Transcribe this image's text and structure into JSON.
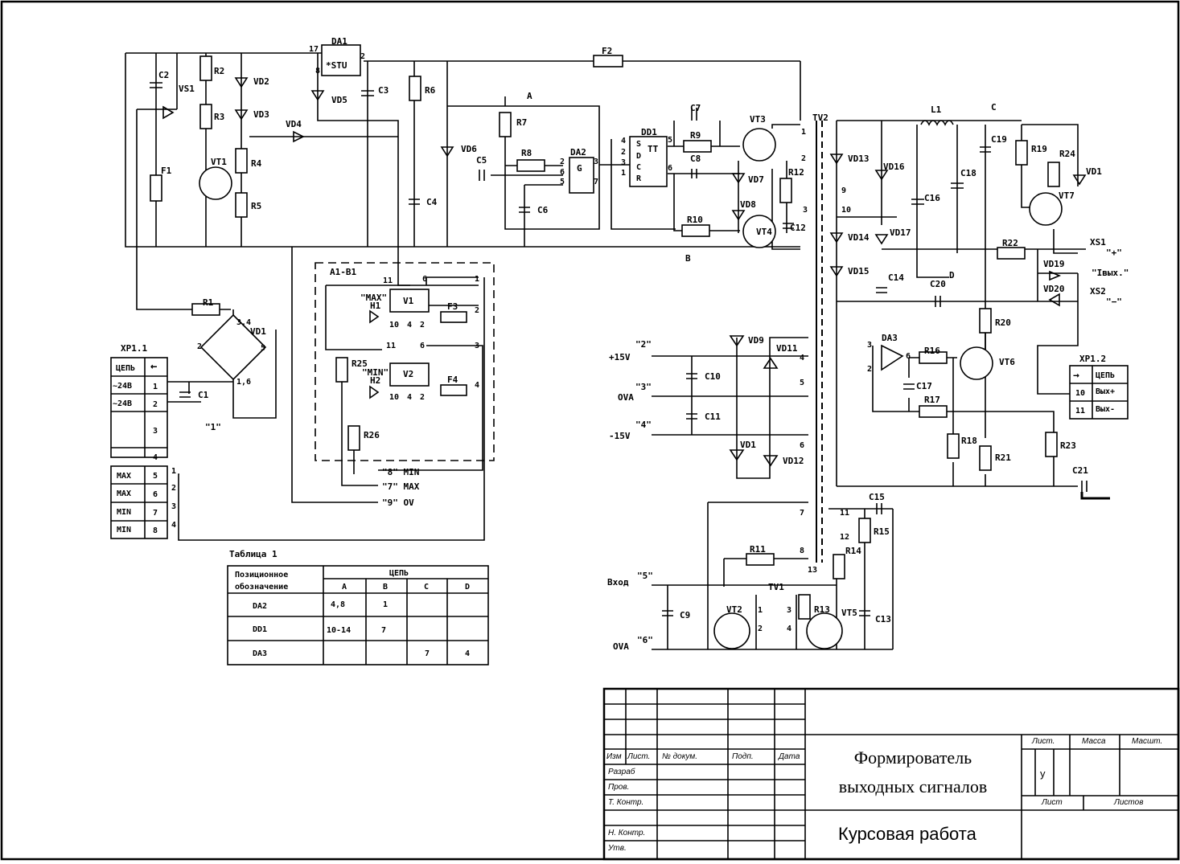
{
  "components": {
    "c_DA1": "DA1",
    "c_STU": "*STU",
    "c_F2": "F2",
    "c_C2": "C2",
    "c_VS1": "VS1",
    "c_R2": "R2",
    "c_R3": "R3",
    "c_VD2": "VD2",
    "c_VD3": "VD3",
    "c_VD5": "VD5",
    "c_C3": "C3",
    "c_R6": "R6",
    "c_VD4": "VD4",
    "c_F1": "F1",
    "c_VT1": "VT1",
    "c_R4": "R4",
    "c_R5": "R5",
    "c_R7": "R7",
    "c_VD6": "VD6",
    "c_C5": "C5",
    "c_R8": "R8",
    "c_DA2": "DA2",
    "c_G": "G",
    "c_C6": "C6",
    "c_C4": "C4",
    "c_DD1": "DD1",
    "c_TT": "TT",
    "c_C7": "C7",
    "c_R9": "R9",
    "c_C8": "C8",
    "c_R10": "R10",
    "c_VT3": "VT3",
    "c_VT4": "VT4",
    "c_VD7": "VD7",
    "c_VD8": "VD8",
    "c_R12": "R12",
    "c_C12": "C12",
    "c_TV2": "TV2",
    "c_VD13": "VD13",
    "c_VD16": "VD16",
    "c_VD14": "VD14",
    "c_VD17": "VD17",
    "c_VD15": "VD15",
    "c_C14": "C14",
    "c_L1": "L1",
    "c_C19": "C19",
    "c_R19": "R19",
    "c_R24": "R24",
    "c_VD1b": "VD1",
    "c_VT7": "VT7",
    "c_C18": "C18",
    "c_C16": "C16",
    "c_R22": "R22",
    "c_C20": "C20",
    "c_VD19": "VD19",
    "c_VD20": "VD20",
    "c_R20": "R20",
    "c_DA3": "DA3",
    "c_R16": "R16",
    "c_VT6": "VT6",
    "c_C17": "C17",
    "c_R17": "R17",
    "c_R18": "R18",
    "c_R21": "R21",
    "c_R23": "R23",
    "c_C21": "C21",
    "c_R1": "R1",
    "c_VD1": "VD1",
    "c_C1": "C1",
    "c_A1B1": "A1-B1",
    "c_V1": "V1",
    "c_V2": "V2",
    "c_F3": "F3",
    "c_F4": "F4",
    "c_H1": "H1",
    "c_H2": "H2",
    "c_R25": "R25",
    "c_R26": "R26",
    "c_C10": "C10",
    "c_C11": "C11",
    "c_VD9": "VD9",
    "c_VD11": "VD11",
    "c_VD1c": "VD1",
    "c_VD12": "VD12",
    "c_C15": "C15",
    "c_R15": "R15",
    "c_R14": "R14",
    "c_R11": "R11",
    "c_TV1": "TV1",
    "c_VT2": "VT2",
    "c_R13": "R13",
    "c_VT5": "VT5",
    "c_C13": "C13",
    "c_C9": "C9"
  },
  "signals": {
    "A": "A",
    "B": "B",
    "C": "C",
    "D": "D",
    "plus15": "+15V",
    "ova": "OVA",
    "minus15": "-15V",
    "q2": "\"2\"",
    "q3": "\"3\"",
    "q4": "\"4\"",
    "vhod": "Вход",
    "q5": "\"5\"",
    "ova2": "OVA",
    "q6": "\"6\"",
    "xs1": "XS1",
    "xs1p": "\"+\"",
    "iout": "\"Iвых.\"",
    "xs2": "XS2",
    "xs2m": "\"−\"",
    "q1": "\"1\"",
    "q8min": "\"8\" MIN",
    "q7max": "\"7\" MAX",
    "q9ov": "\"9\" OV",
    "max_q": "\"MAX\"",
    "min_q": "\"MIN\""
  },
  "pins": {
    "p17": "17",
    "p2": "2",
    "p8": "8",
    "p34": "3,4",
    "p5": "5",
    "p2b": "2",
    "p16": "1,6",
    "dd_4": "4",
    "dd_2": "2",
    "dd_3": "3",
    "dd_1": "1",
    "dd_5": "5",
    "dd_6": "6",
    "dd_S": "S",
    "dd_D": "D",
    "dd_C": "C",
    "dd_R": "R",
    "da2_2": "2",
    "da2_6": "6",
    "da2_5": "5",
    "da2_3": "3",
    "da2_7": "7",
    "tv2_1": "1",
    "tv2_2": "2",
    "tv2_3": "3",
    "tv2_9": "9",
    "tv2_10": "10",
    "tv2_4": "4",
    "tv2_5": "5",
    "tv2_6": "6",
    "tv2_7": "7",
    "tv2_8": "8",
    "tv2_11": "11",
    "tv2_12": "12",
    "tv2_13": "13",
    "tv1_1": "1",
    "tv1_2": "2",
    "tv1_3": "3",
    "tv1_4": "4",
    "a1_11": "11",
    "a1_6": "6",
    "a1_1": "1",
    "a1_2": "2",
    "a1_10": "10",
    "a1_4": "4",
    "a1_2b": "2",
    "a1_11b": "11",
    "a1_6b": "6",
    "a1_3": "3",
    "a1_10b": "10",
    "a1_4b": "4",
    "a1_2c": "2",
    "a1_4c": "4",
    "da3_3": "3",
    "da3_2": "2",
    "da3_6": "6"
  },
  "xp11": {
    "name": "XP1.1",
    "header": "ЦЕПЬ",
    "rows": [
      {
        "label": "~24В",
        "num": "1"
      },
      {
        "label": "~24В",
        "num": "2"
      },
      {
        "label": "",
        "num": "3"
      },
      {
        "label": "",
        "num": "4"
      },
      {
        "label": "MAX",
        "num": "5"
      },
      {
        "label": "MAX",
        "num": "6"
      },
      {
        "label": "MIN",
        "num": "7"
      },
      {
        "label": "MIN",
        "num": "8"
      }
    ],
    "side": [
      "1",
      "2",
      "3",
      "4"
    ]
  },
  "xp12": {
    "name": "XP1.2",
    "header": "ЦЕПЬ",
    "rows": [
      {
        "num": "10",
        "label": "Вых+"
      },
      {
        "num": "11",
        "label": "Вых-"
      }
    ]
  },
  "table1": {
    "caption": "Таблица 1",
    "head_pos": "Позиционное обозначение",
    "head_pos1": "Позиционное",
    "head_pos2": "обозначение",
    "head_group": "ЦЕПЬ",
    "cols": [
      "A",
      "B",
      "C",
      "D"
    ],
    "rows": [
      {
        "name": "DA2",
        "A": "4,8",
        "B": "1",
        "C": "",
        "D": ""
      },
      {
        "name": "DD1",
        "A": "10-14",
        "B": "7",
        "C": "",
        "D": ""
      },
      {
        "name": "DA3",
        "A": "",
        "B": "",
        "C": "7",
        "D": "4"
      }
    ]
  },
  "title_block": {
    "cols": [
      "Изм",
      "Лист.",
      "№ докум.",
      "Подп.",
      "Дата"
    ],
    "roles": [
      "Разраб",
      "Пров.",
      "Т. Контр.",
      "",
      "Н. Контр.",
      "Утв."
    ],
    "title_line1": "Формирователь",
    "title_line2": "выходных сигналов",
    "subtitle": "Курсовая работа",
    "lit_label": "Лист.",
    "mass_label": "Масса",
    "scale_label": "Масшт.",
    "lit_value": "у",
    "sheet_label": "Лист",
    "sheets_label": "Листов"
  }
}
